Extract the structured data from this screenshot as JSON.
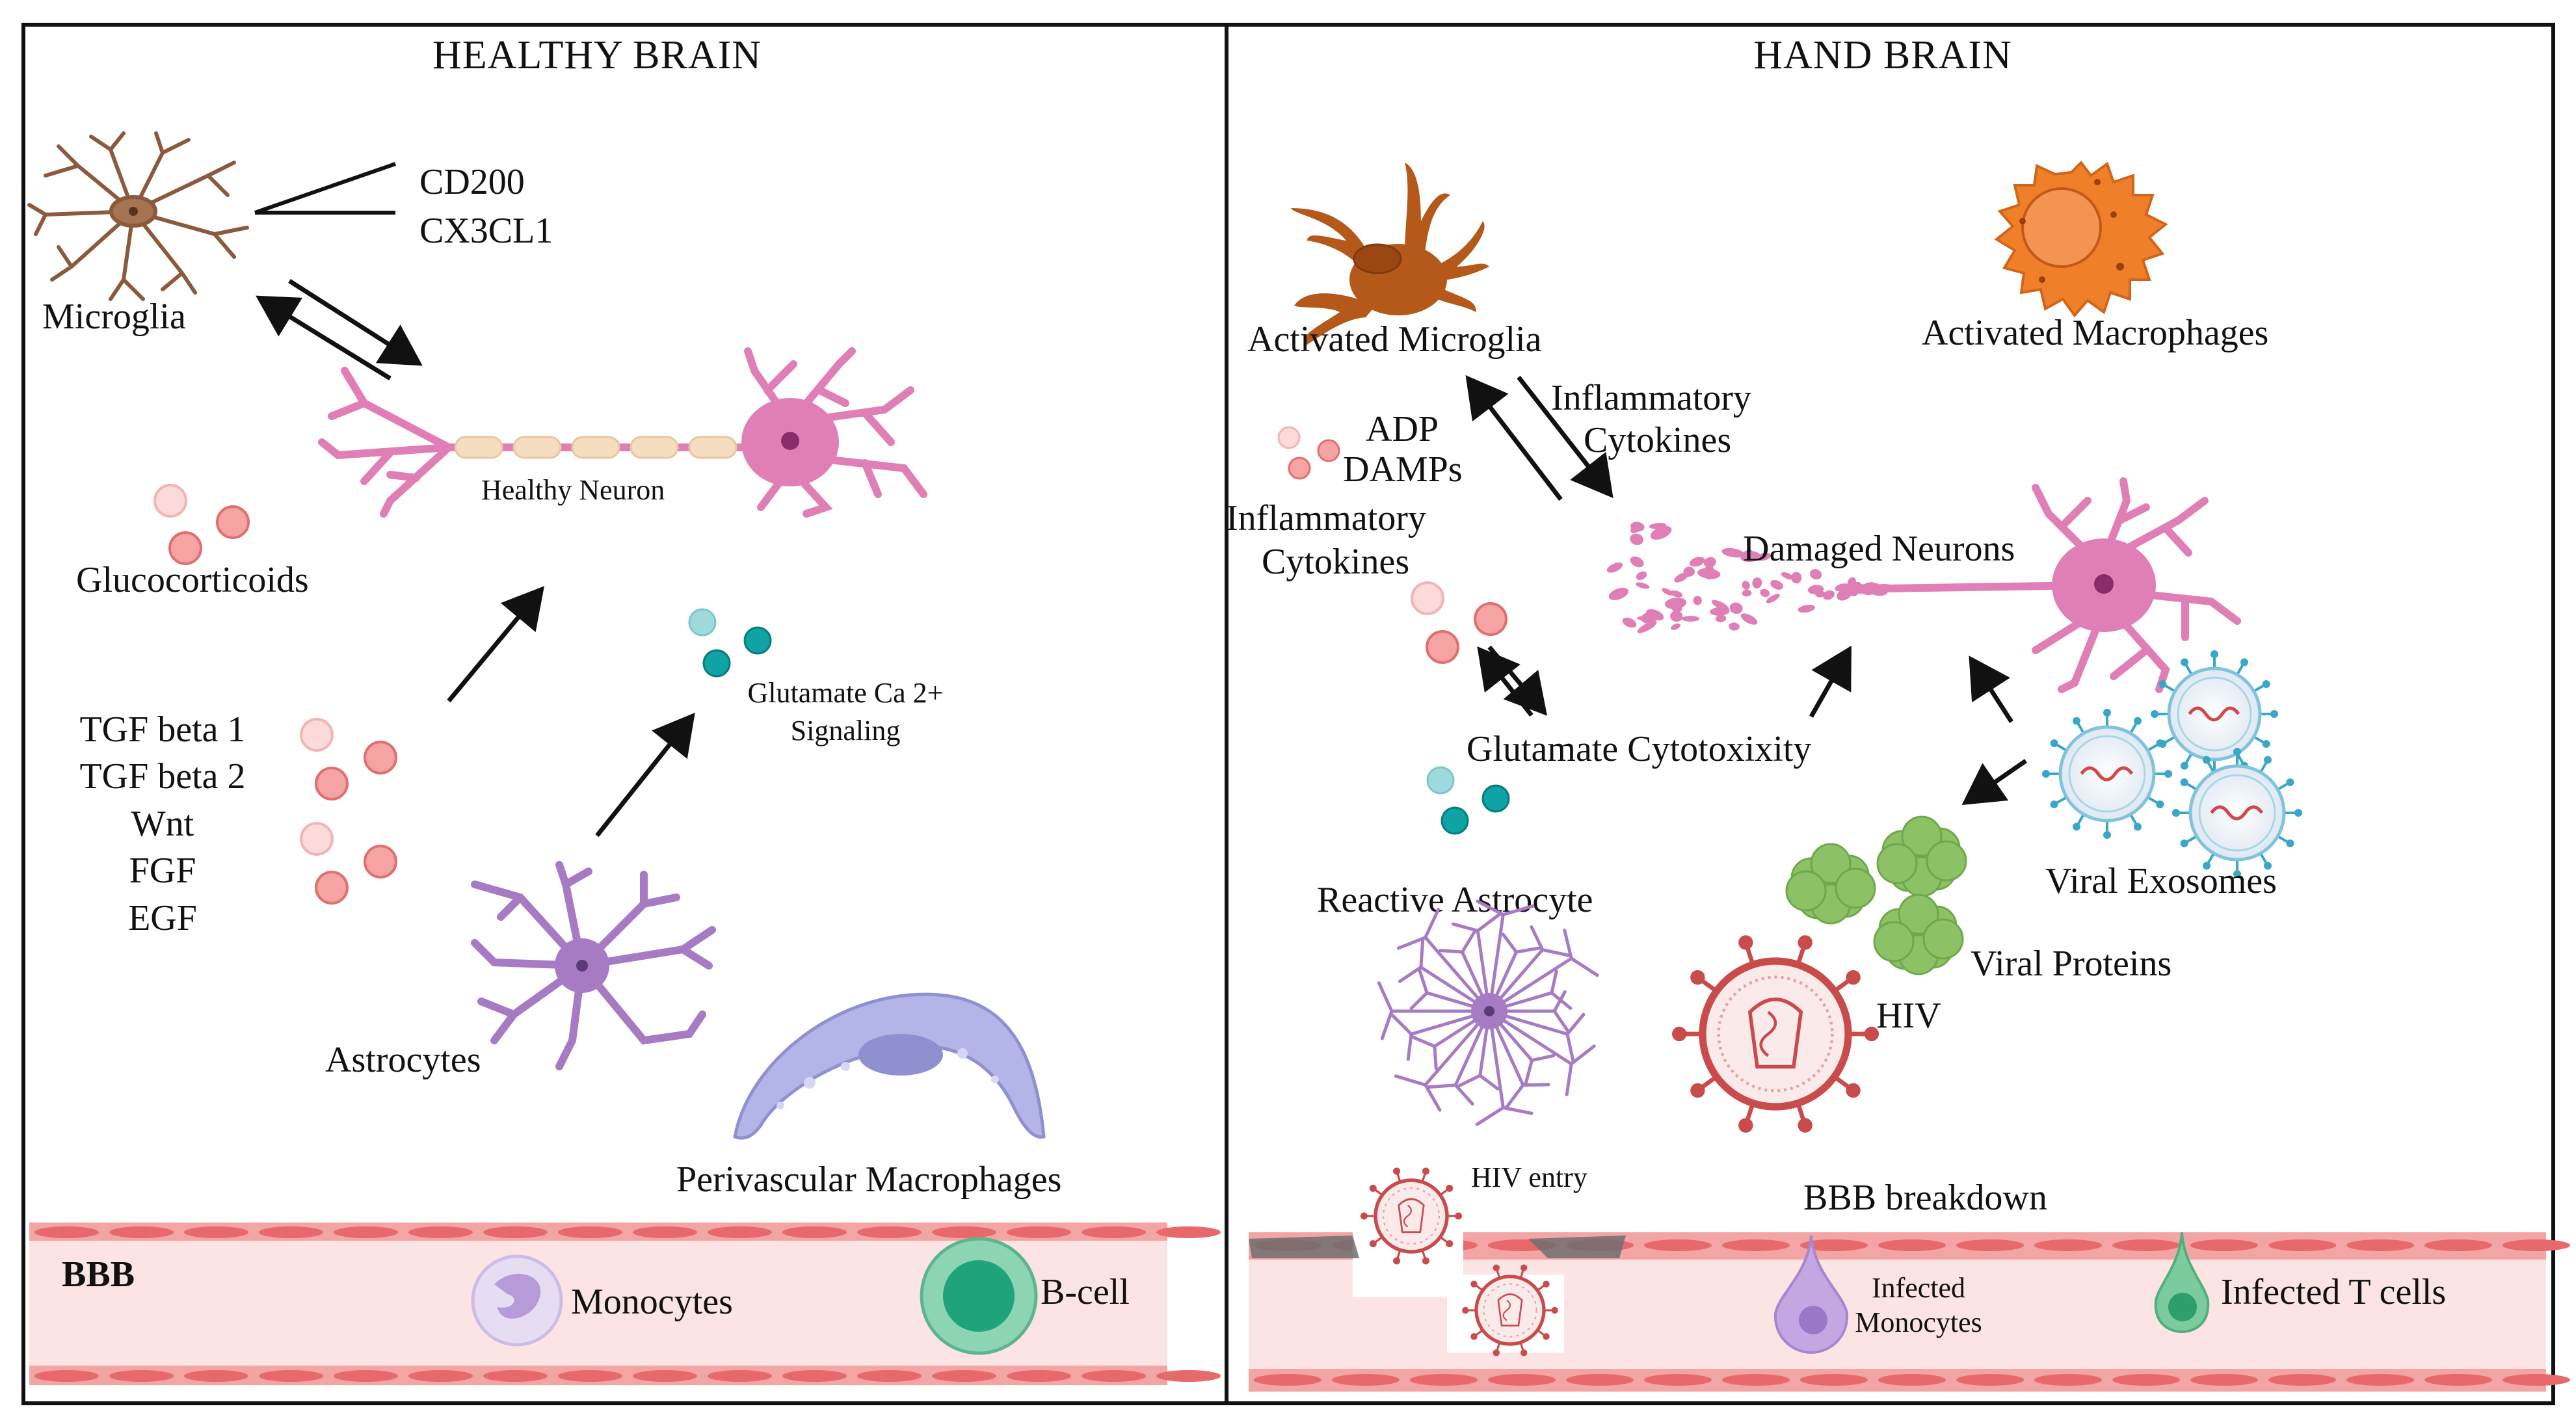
{
  "panels": {
    "left": {
      "title": "HEALTHY BRAIN"
    },
    "right": {
      "title": "HAND BRAIN"
    }
  },
  "left": {
    "cd200": "CD200",
    "cx3cl1": "CX3CL1",
    "microglia": "Microglia",
    "healthy_neuron": "Healthy Neuron",
    "glucocorticoids": "Glucocorticoids",
    "factors": [
      "TGF beta 1",
      "TGF beta 2",
      "Wnt",
      "FGF",
      "EGF"
    ],
    "glutamate_line1": "Glutamate Ca 2+",
    "glutamate_line2": "Signaling",
    "astrocytes": "Astrocytes",
    "perivascular": "Perivascular Macrophages",
    "bbb": "BBB",
    "monocytes": "Monocytes",
    "bcell": "B-cell"
  },
  "right": {
    "activated_microglia": "Activated Microglia",
    "activated_macrophages": "Activated Macrophages",
    "inflam_cyt_1a": "Inflammatory",
    "inflam_cyt_1b": "Cytokines",
    "adp": "ADP",
    "damps": "DAMPs",
    "inflam_cyt_2a": "Inflammatory",
    "inflam_cyt_2b": "Cytokines",
    "damaged_neurons": "Damaged Neurons",
    "glutamate_cyto": "Glutamate Cytotoxixity",
    "reactive_astrocyte": "Reactive Astrocyte",
    "viral_exosomes": "Viral Exosomes",
    "viral_proteins": "Viral Proteins",
    "hiv": "HIV",
    "hiv_entry": "HIV entry",
    "bbb_breakdown": "BBB breakdown",
    "infected_mono_1": "Infected",
    "infected_mono_2": "Monocytes",
    "infected_t": "Infected T cells"
  },
  "colors": {
    "microglia": "#8B5A3C",
    "neuron": "#E07FB5",
    "astrocyte": "#A77BC4",
    "macrophage_peri": "#B3B4E8",
    "activated_microglia": "#B5591A",
    "activated_macrophage": "#F07F2A",
    "vessel": "#F3A5A5",
    "vessel_cell": "#E8696B",
    "teal": "#0FA3A3",
    "pink_dot": "#F28C8C",
    "virus": "#C94B4B",
    "exosome": "#3AA7C9",
    "viral_protein": "#8CC265"
  }
}
